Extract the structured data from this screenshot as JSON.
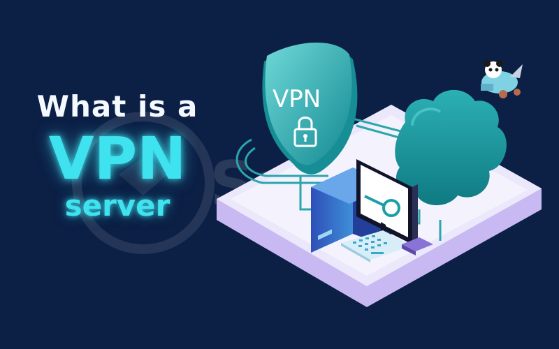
{
  "headline": {
    "line1": "What is a",
    "line2": "VPN",
    "line3": "server"
  },
  "illustration": {
    "shield_label": "VPN",
    "icons": [
      "shield-icon",
      "padlock-icon",
      "cloud-icon",
      "monitor-icon",
      "keyboard-icon",
      "panda-mascot-icon"
    ]
  },
  "watermark": {
    "text": "Safevo"
  },
  "colors": {
    "background": "#0c1f45",
    "accent_cyan": "#3fe3f0",
    "teal": "#1a9aa0",
    "platform": "#ece8fb"
  }
}
